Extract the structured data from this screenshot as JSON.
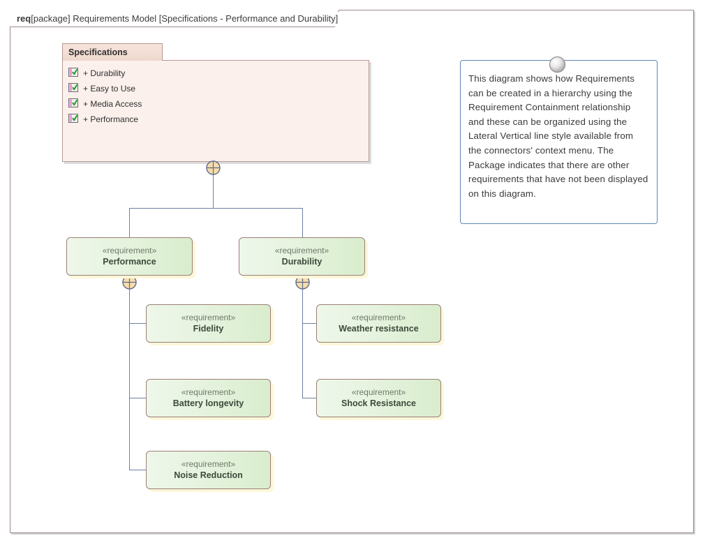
{
  "diagram": {
    "header": {
      "keyword": "req",
      "rest": "[package] Requirements Model [Specifications - Performance and Durability]"
    }
  },
  "package": {
    "title": "Specifications",
    "items": [
      {
        "icon": "requirement-checkbox-icon",
        "label": "+ Durability"
      },
      {
        "icon": "requirement-checkbox-icon",
        "label": "+ Easy to Use"
      },
      {
        "icon": "requirement-checkbox-icon",
        "label": "+ Media Access"
      },
      {
        "icon": "requirement-checkbox-icon",
        "label": "+ Performance"
      }
    ]
  },
  "note": {
    "anchor_icon": "sphere-anchor-icon",
    "text": "This diagram shows how Requirements can be created in a hierarchy using the Requirement Containment relationship and these can be organized using the Lateral Vertical line style available from the connectors' context menu.  The Package indicates that there are other requirements that have not been displayed on this diagram."
  },
  "requirements": [
    {
      "stereotype": "«requirement»",
      "name": "Performance"
    },
    {
      "stereotype": "«requirement»",
      "name": "Durability"
    },
    {
      "stereotype": "«requirement»",
      "name": "Fidelity"
    },
    {
      "stereotype": "«requirement»",
      "name": "Weather resistance"
    },
    {
      "stereotype": "«requirement»",
      "name": "Battery longevity"
    },
    {
      "stereotype": "«requirement»",
      "name": "Shock Resistance"
    },
    {
      "stereotype": "«requirement»",
      "name": "Noise Reduction"
    }
  ],
  "connectors": {
    "containment_icon": "containment-crosshair-icon",
    "count": 3
  },
  "colors": {
    "frame_border": "#9c8b8b",
    "package_border": "#b59a93",
    "package_fill": "#fbf0ec",
    "package_tab_fill": "#f3ded5",
    "requirement_border": "#9b7f76",
    "requirement_fill": "#e6f3df",
    "requirement_shadow": "#fbf7d9",
    "note_border": "#5b89b5",
    "connector_line": "#6b7fa3",
    "containment_fill": "#f7dcab",
    "checkbox_check": "#1f9b2f",
    "checkbox_band": "#e79ade"
  }
}
